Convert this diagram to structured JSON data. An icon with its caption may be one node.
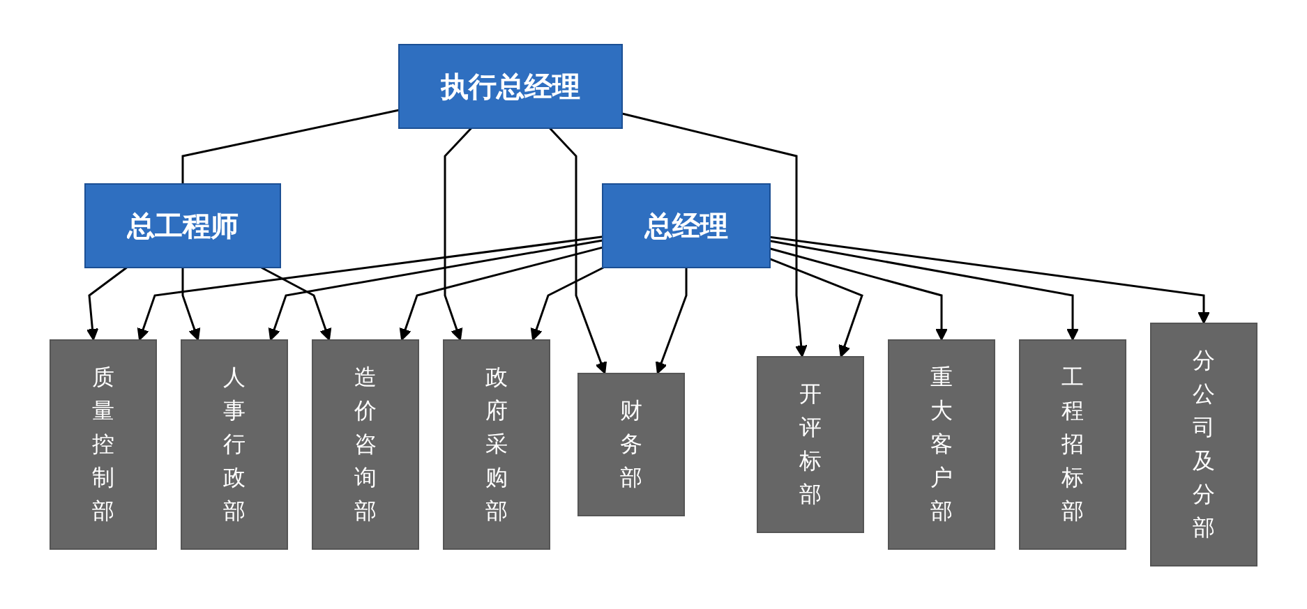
{
  "diagram": {
    "nodes": [
      {
        "text": [
          "总经理"
        ]
      },
      {
        "text": [
          "执行总经理"
        ]
      },
      {
        "text": [
          "总工程师"
        ]
      },
      {
        "text": [
          "政府采购部"
        ]
      },
      {
        "text": [
          "财务部"
        ]
      },
      {
        "text": [
          "开评标部"
        ]
      },
      {
        "text": [
          "重大客户部"
        ]
      },
      {
        "text": [
          "工程招标部"
        ]
      },
      {
        "text": [
          "分公司及分部"
        ]
      },
      {
        "text": [
          "质量控制部"
        ]
      },
      {
        "text": [
          "人事行政部"
        ]
      },
      {
        "text": [
          "造价咨询部"
        ]
      }
    ],
    "edges": [
      {
        "from": 1,
        "to": 2,
        "arrow": "none"
      },
      {
        "from": 0,
        "to": 6,
        "arrow": "to"
      },
      {
        "from": 0,
        "to": 7,
        "arrow": "to"
      },
      {
        "from": 0,
        "to": 8,
        "arrow": "to"
      },
      {
        "from": 1,
        "to": 3,
        "arrow": "to"
      },
      {
        "from": 1,
        "to": 4,
        "arrow": "to"
      },
      {
        "from": 1,
        "to": 5,
        "arrow": "to"
      },
      {
        "from": 0,
        "to": 3,
        "arrow": "to"
      },
      {
        "from": 0,
        "to": 4,
        "arrow": "to"
      },
      {
        "from": 0,
        "to": 5,
        "arrow": "to"
      },
      {
        "from": 2,
        "to": 9,
        "arrow": "to"
      },
      {
        "from": 2,
        "to": 10,
        "arrow": "to"
      },
      {
        "from": 2,
        "to": 11,
        "arrow": "to"
      },
      {
        "from": 0,
        "to": 9,
        "arrow": "to"
      },
      {
        "from": 0,
        "to": 10,
        "arrow": "to"
      },
      {
        "from": 0,
        "to": 11,
        "arrow": "to"
      }
    ]
  }
}
